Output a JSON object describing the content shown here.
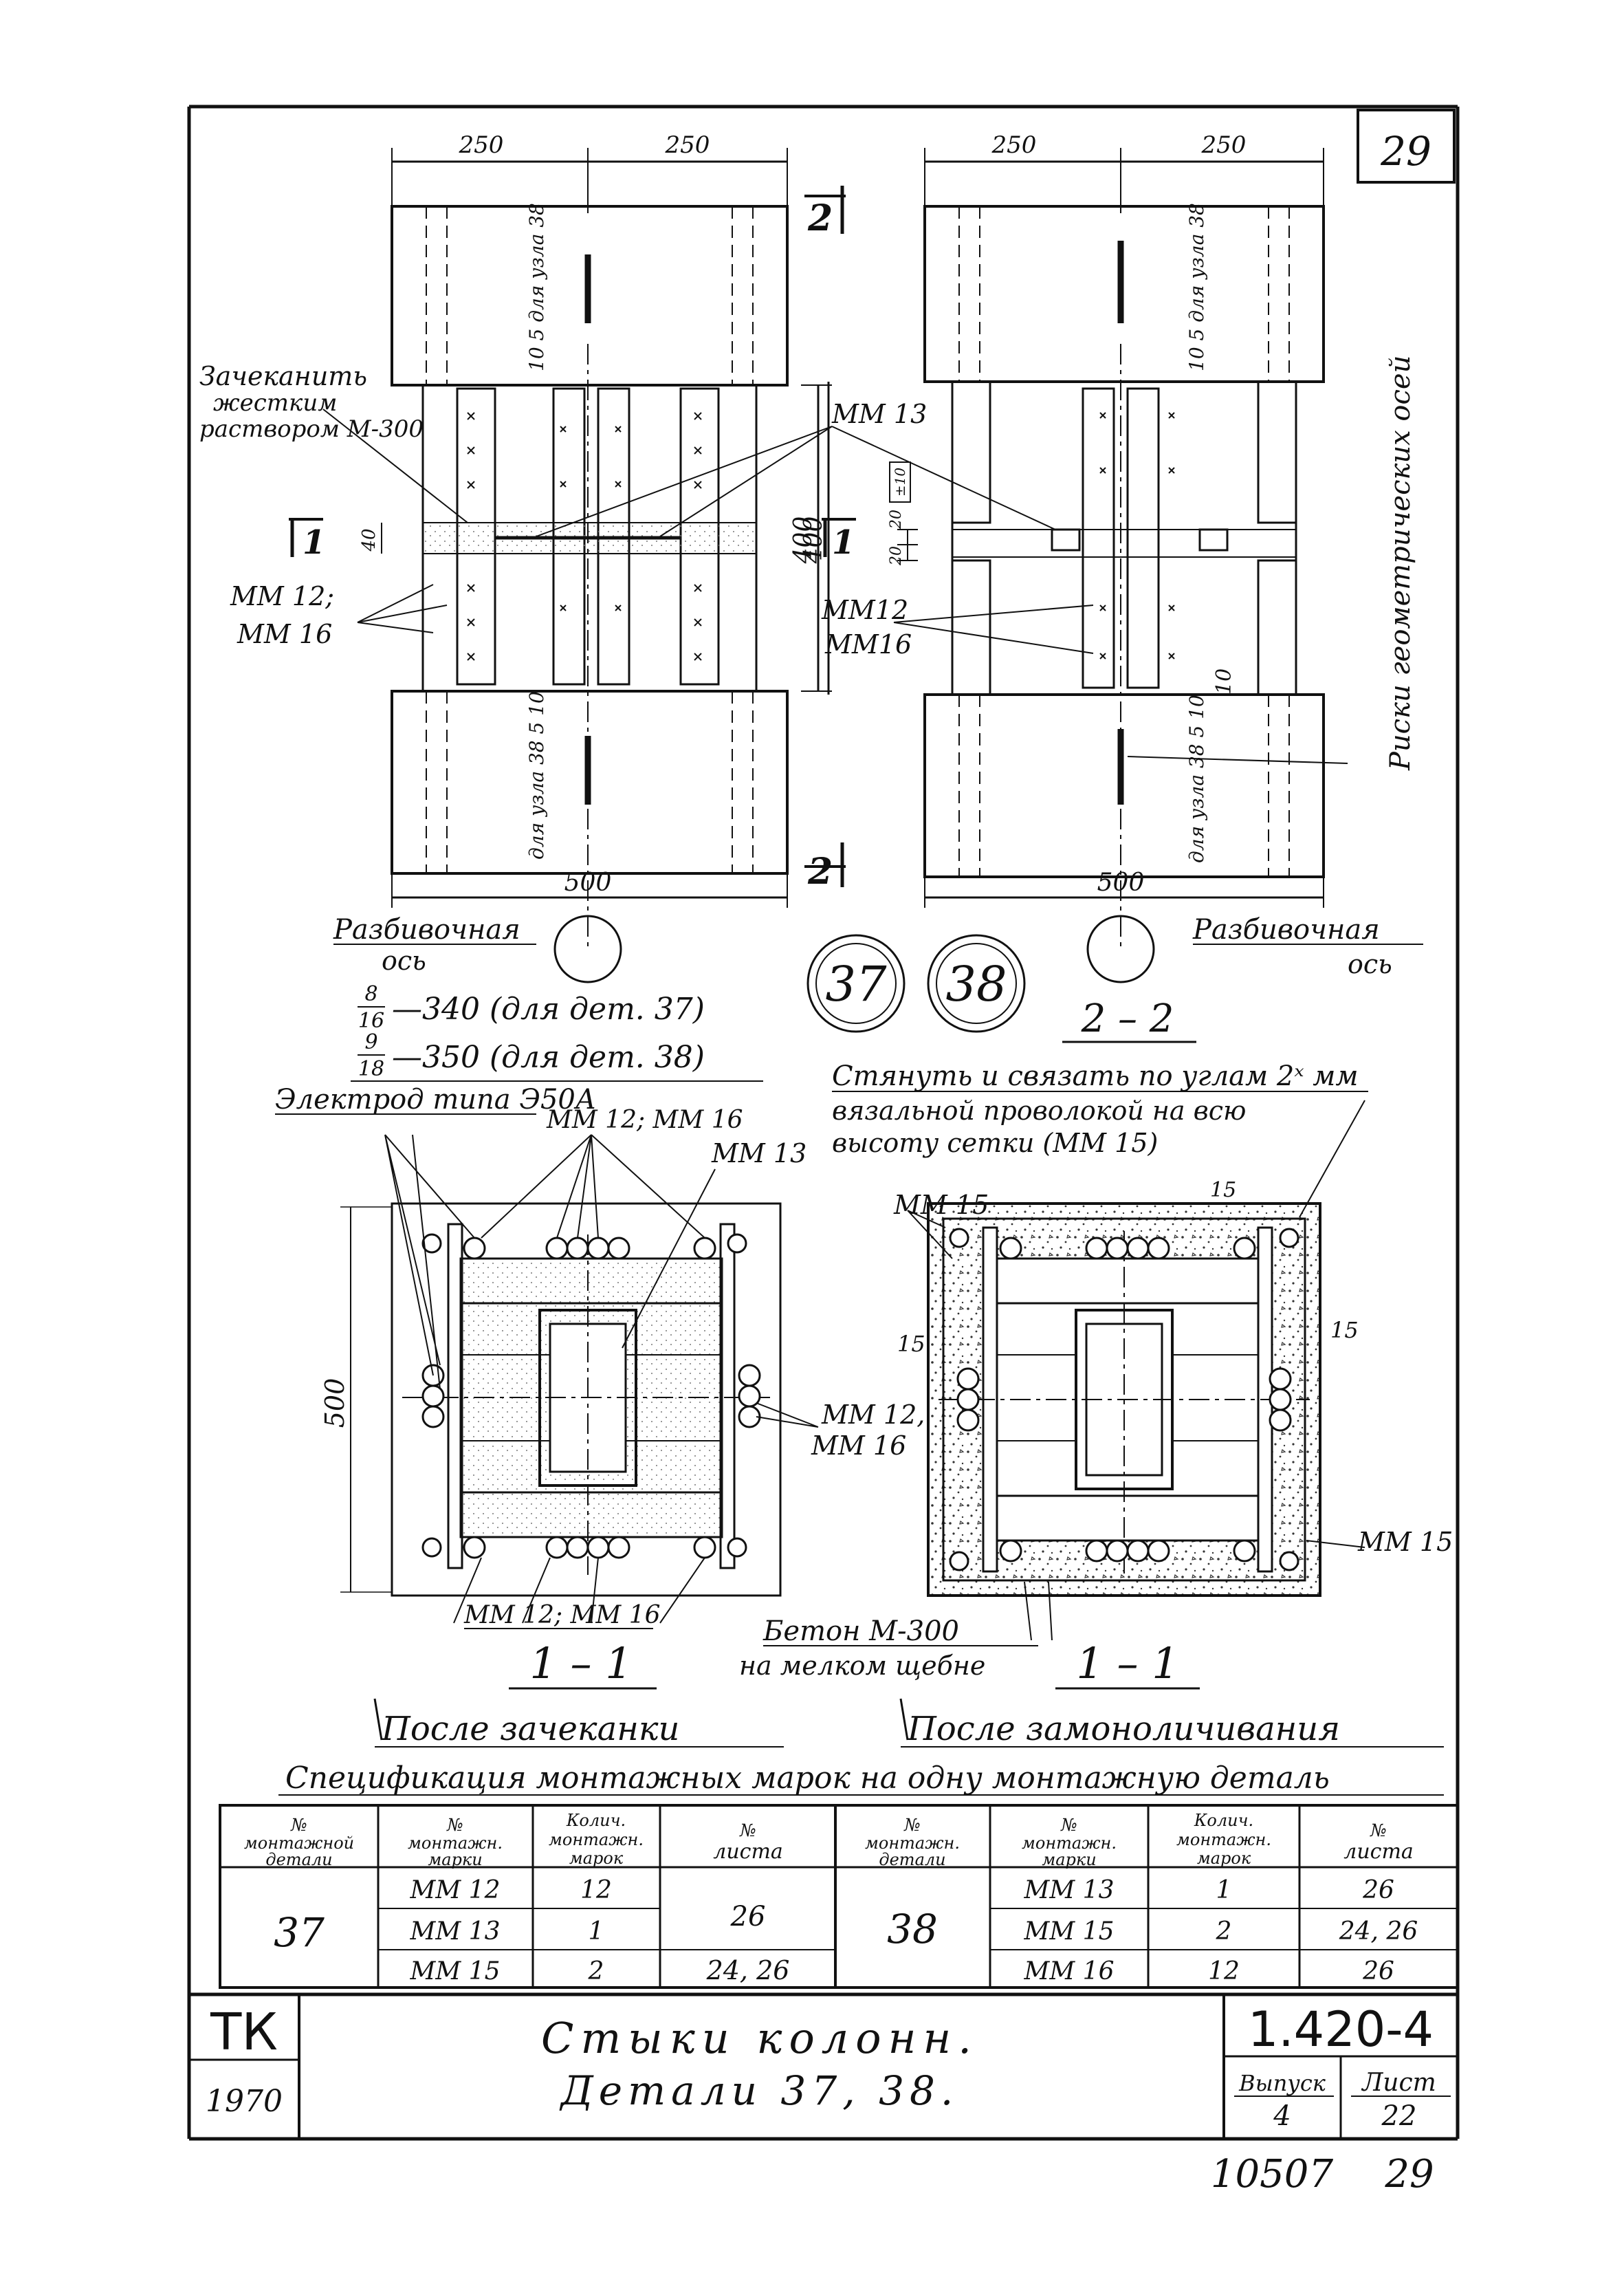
{
  "sheet_corner": "29",
  "dims": {
    "d250": "250",
    "d500": "500",
    "d400": "400",
    "d40": "40",
    "d10": "10",
    "d15": "15",
    "d20": "20",
    "d10tol": "±10"
  },
  "top_left": {
    "zachekanit": "Зачеканить",
    "zhestkim": "жестким",
    "rastvorom": "раствором М-300",
    "note_node_top": "10 5 для узла 38",
    "note_node_bottom": "для узла 38 5 10",
    "mm12": "ММ 12;",
    "mm16": "ММ 16",
    "mm13": "ММ 13",
    "cut1": "1",
    "cut2": "2"
  },
  "top_right": {
    "note_node_top": "10 5 для узла 38",
    "note_node_bottom": "для узла 38 5 10",
    "risk": "Риски геометрических осей",
    "mm12": "ММ12",
    "mm16": "ММ16",
    "cut1": "1"
  },
  "axis": {
    "label1": "Разбивочная",
    "label2": "ось"
  },
  "details": {
    "d37": "37",
    "d38": "38"
  },
  "section22": "2 – 2",
  "electrode": {
    "frac1_num": "8",
    "frac1_den": "16",
    "line1": "—340 (для дет. 37)",
    "frac2_num": "9",
    "frac2_den": "18",
    "line2": "—350 (для дет. 38)",
    "type": "Электрод типа Э50А"
  },
  "tie_note": {
    "l1": "Стянуть и связать по углам 2ˣ мм",
    "l2": "вязальной проволокой на всю",
    "l3": "высоту сетки (ММ 15)"
  },
  "sec_left": {
    "mm1216_top": "ММ 12; ММ 16",
    "mm13": "ММ 13",
    "mm12": "ММ 12,",
    "mm16": "ММ 16",
    "mm1216_bottom": "ММ 12; ММ 16",
    "title": "1 – 1",
    "caption": "После зачеканки"
  },
  "sec_right": {
    "mm15_top": "ММ 15",
    "mm15_bottom": "ММ 15",
    "beton1": "Бетон М-300",
    "beton2": "на мелком щебне",
    "title": "1 – 1",
    "caption": "После замоноличивания"
  },
  "spec": {
    "title": "Спецификация монтажных марок на одну монтажную деталь",
    "headers": [
      "№ монтажной детали",
      "№ монтажн. марки",
      "Колич. монтажн. марок",
      "№ листа",
      "№ монтажн. детали",
      "№ монтажн. марки",
      "Колич. монтажн. марок",
      "№ листа"
    ],
    "left": {
      "detail": "37",
      "rows": [
        [
          "ММ 12",
          "12"
        ],
        [
          "ММ 13",
          "1"
        ],
        [
          "ММ 15",
          "2"
        ]
      ],
      "sheet_a": "26",
      "sheet_b": "24, 26"
    },
    "right": {
      "detail": "38",
      "rows": [
        [
          "ММ 13",
          "1",
          "26"
        ],
        [
          "ММ 15",
          "2",
          "24, 26"
        ],
        [
          "ММ 16",
          "12",
          "26"
        ]
      ]
    }
  },
  "title_block": {
    "org": "ТК",
    "year": "1970",
    "title1": "Стыки колонн.",
    "title2": "Детали 37, 38.",
    "series": "1.420-4",
    "vypusk_label": "Выпуск",
    "vypusk": "4",
    "list_label": "Лист",
    "list": "22"
  },
  "footer": {
    "inv": "10507",
    "page": "29"
  }
}
